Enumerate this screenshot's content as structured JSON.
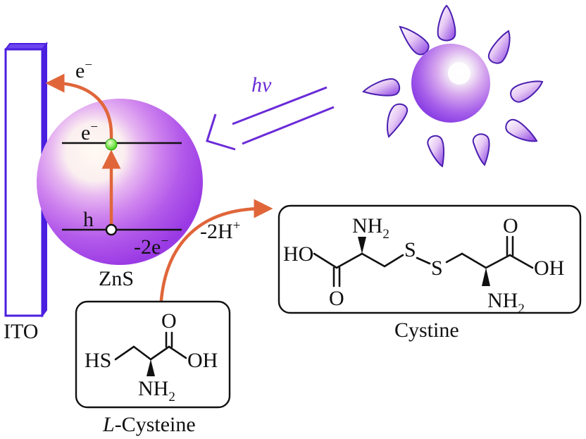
{
  "diagram": {
    "electrode_label": "ITO",
    "particle_label": "ZnS",
    "light_label": "hν",
    "electron_label": "e",
    "electron_sup": "−",
    "cb_electron_label": "e",
    "cb_electron_sup": "−",
    "hole_label": "h",
    "oxidation_electrons": "-2e",
    "oxidation_electrons_sup": "−",
    "proton_label": "-2H",
    "proton_sup": "+",
    "reactant": {
      "name_italic": "L",
      "name_rest": "-Cysteine",
      "atoms": {
        "thiol": "HS",
        "amine": "NH",
        "amine_sub": "2",
        "carbonyl": "O",
        "hydroxyl": "OH"
      }
    },
    "product": {
      "name": "Cystine",
      "atoms": {
        "left_hydroxyl": "HO",
        "left_carbonyl": "O",
        "left_amine": "NH",
        "left_amine_sub": "2",
        "sulfur_1": "S",
        "sulfur_2": "S",
        "right_carbonyl": "O",
        "right_hydroxyl": "OH",
        "right_amine": "NH",
        "right_amine_sub": "2"
      }
    },
    "colors": {
      "electrode": "#4b1fe0",
      "particle": "#a040e8",
      "sun": "#8e3fe0",
      "arrow_light": "#6a2bd8",
      "charge_arrows": "#e0663a",
      "electron_dot": "#5ee62a"
    }
  }
}
